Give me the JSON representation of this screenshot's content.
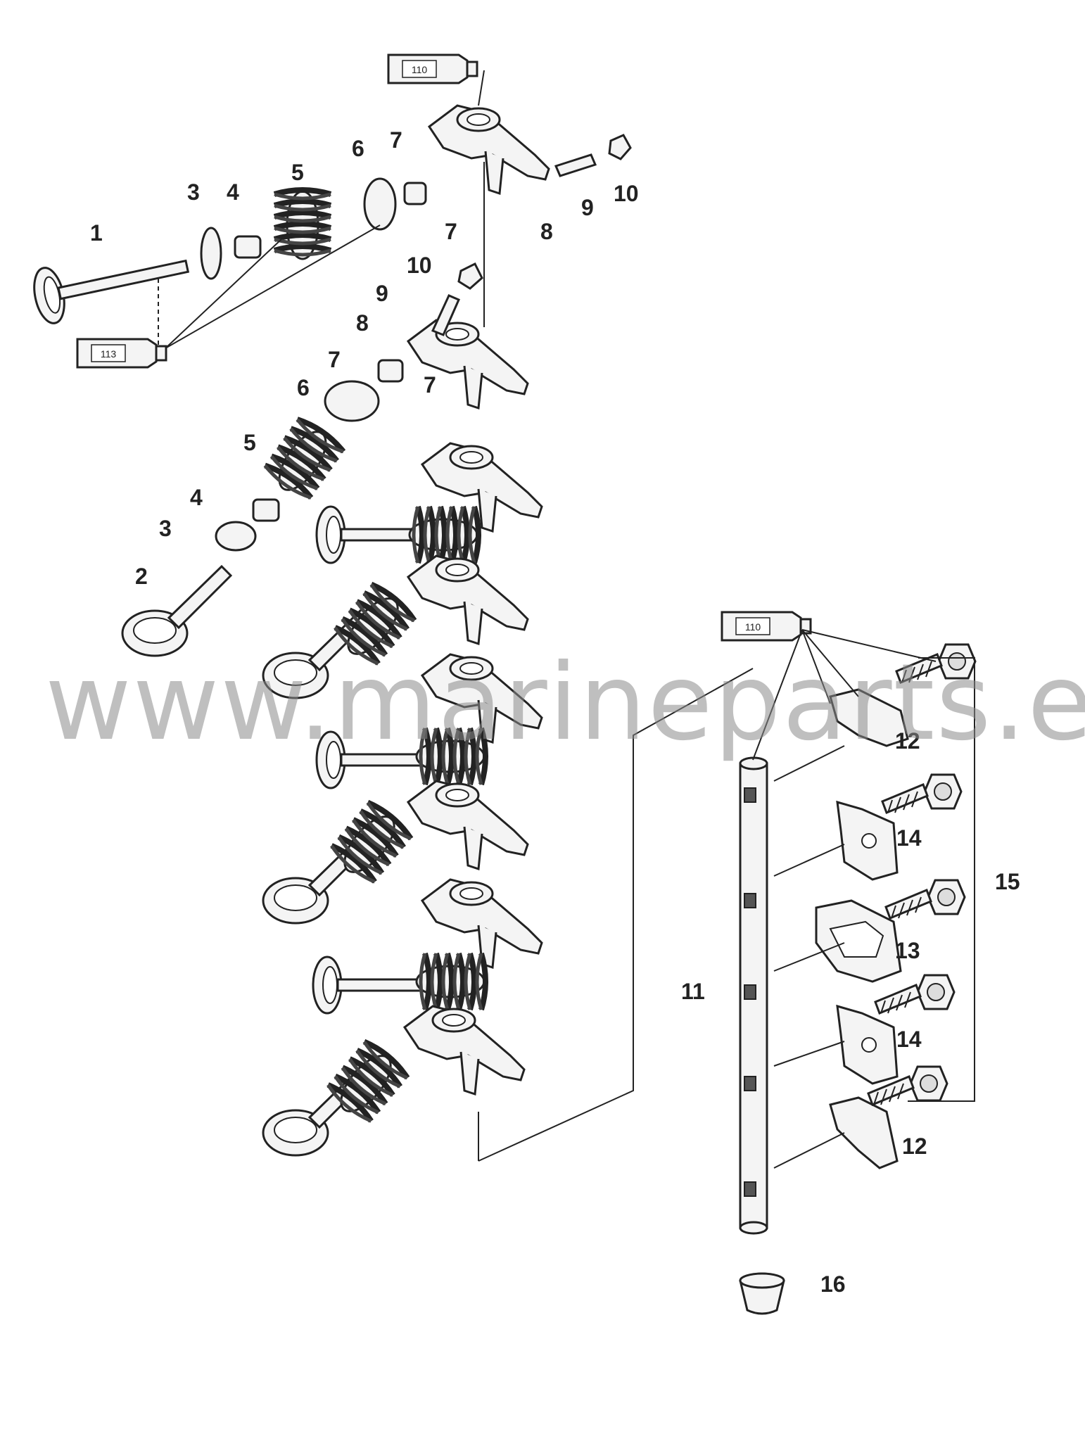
{
  "callouts": [
    "1",
    "2",
    "3",
    "3",
    "4",
    "4",
    "5",
    "5",
    "6",
    "6",
    "7",
    "7",
    "7",
    "7",
    "8",
    "8",
    "9",
    "9",
    "10",
    "10",
    "11",
    "12",
    "12",
    "13",
    "14",
    "14",
    "15",
    "16"
  ],
  "lubricants": [
    "110",
    "113",
    "110"
  ],
  "watermark": "www.marineparts.eu"
}
